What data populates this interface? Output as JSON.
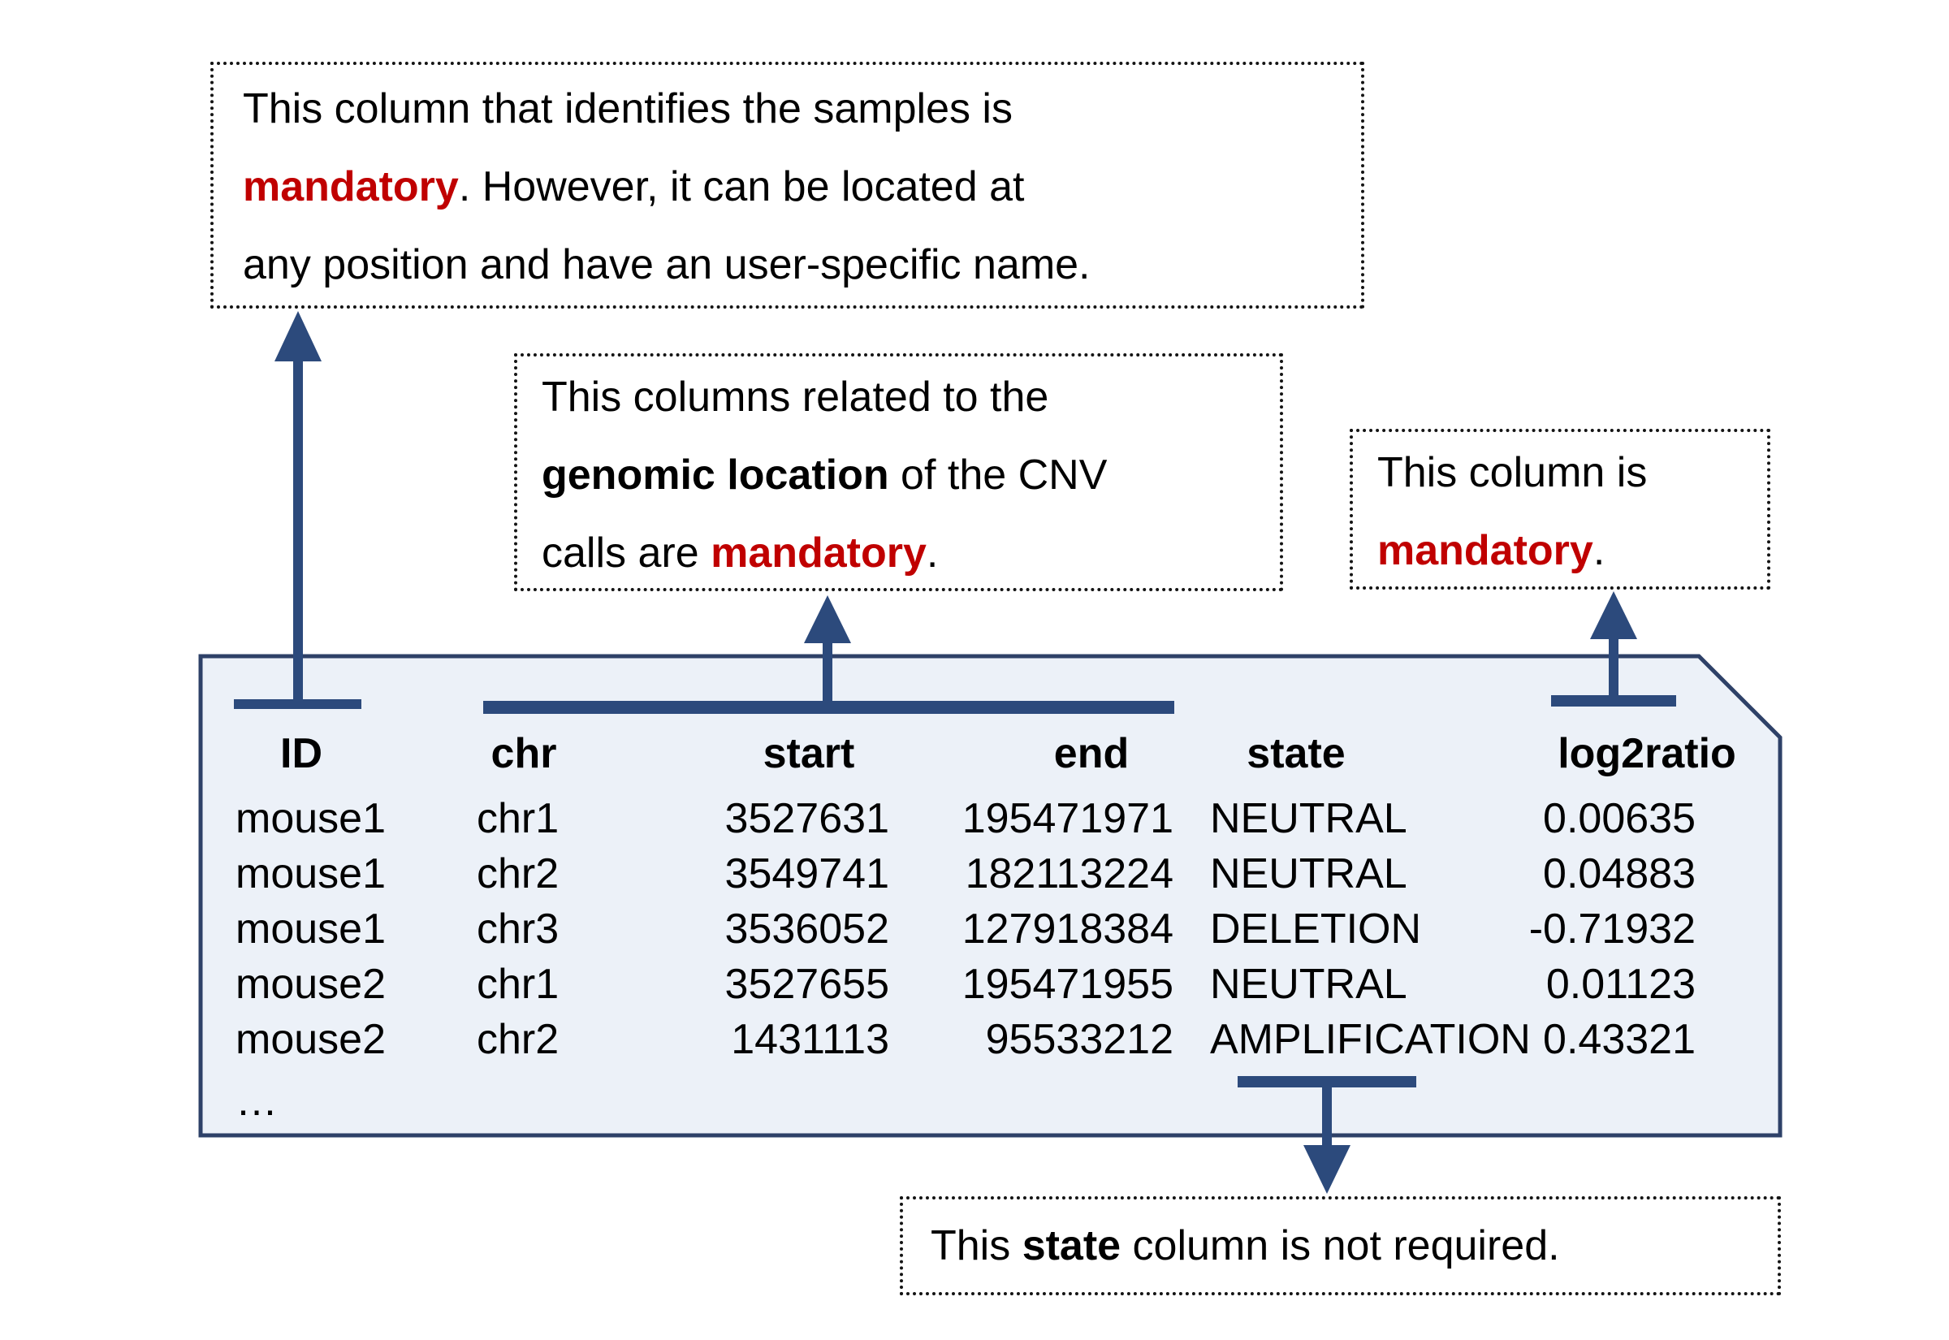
{
  "colors": {
    "arrow_navy": "#2C4A7C",
    "table_border": "#2E4168",
    "table_fill": "#ECF1F8",
    "emphasis_red": "#C00000",
    "text_black": "#000000"
  },
  "callouts": {
    "id_column": {
      "line1": "This column that identifies the samples is",
      "line2_emph": "mandatory",
      "line2_rest": ". However, it can be located at",
      "line3": "any position and have an user-specific name."
    },
    "genomic_columns": {
      "line1": "This columns related to the",
      "line2_emph": "genomic location",
      "line2_rest": " of the CNV",
      "line3_pre": "calls are ",
      "line3_emph": "mandatory",
      "line3_rest": "."
    },
    "log2ratio_column": {
      "line1": "This column is",
      "line2_emph": "mandatory",
      "line2_rest": "."
    },
    "state_column": {
      "pre": "This ",
      "emph": "state",
      "rest": " column is not required."
    }
  },
  "table": {
    "headers": [
      "ID",
      "chr",
      "start",
      "end",
      "state",
      "log2ratio"
    ],
    "rows": [
      [
        "mouse1",
        "chr1",
        "3527631",
        "195471971",
        "NEUTRAL",
        "0.00635"
      ],
      [
        "mouse1",
        "chr2",
        "3549741",
        "182113224",
        "NEUTRAL",
        "0.04883"
      ],
      [
        "mouse1",
        "chr3",
        "3536052",
        "127918384",
        "DELETION",
        "-0.71932"
      ],
      [
        "mouse2",
        "chr1",
        "3527655",
        "195471955",
        "NEUTRAL",
        "0.01123"
      ],
      [
        "mouse2",
        "chr2",
        "1431113",
        "95533212",
        "AMPLIFICATION",
        "0.43321"
      ]
    ],
    "ellipsis": "…"
  }
}
